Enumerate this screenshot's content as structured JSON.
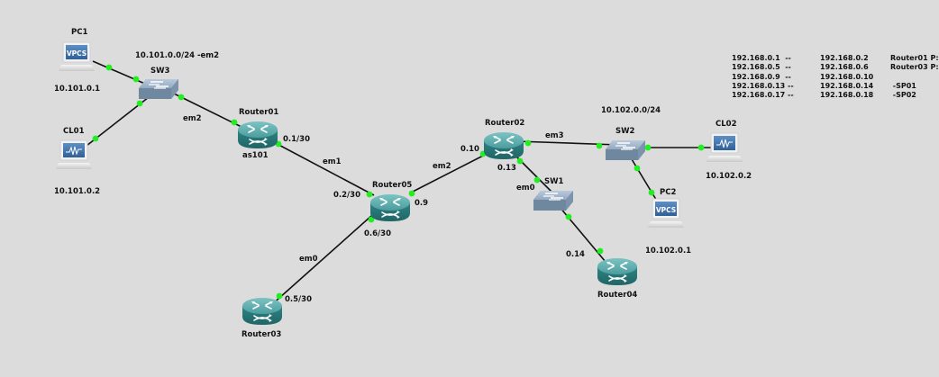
{
  "canvas": {
    "background": "#dcdcdc"
  },
  "colors": {
    "link": "#111111",
    "port_up": "#22ee22",
    "router": "#3a8f90",
    "switch": "#8ea4bd",
    "screen": "#3d6fa3"
  },
  "nodes": {
    "pc1": {
      "name": "PC1",
      "type": "vpcs",
      "screen_text": "VPCS",
      "sub": "10.101.0.1"
    },
    "cl01": {
      "name": "CL01",
      "type": "client",
      "sub": "10.101.0.2"
    },
    "sw3": {
      "name": "SW3",
      "type": "switch",
      "sub": "10.101.0.0/24 -em2"
    },
    "router01": {
      "name": "Router01",
      "type": "router",
      "sub": "as101"
    },
    "router05": {
      "name": "Router05",
      "type": "router"
    },
    "router03": {
      "name": "Router03",
      "type": "router"
    },
    "router02": {
      "name": "Router02",
      "type": "router"
    },
    "sw1": {
      "name": "SW1",
      "type": "switch"
    },
    "router04": {
      "name": "Router04",
      "type": "router"
    },
    "sw2": {
      "name": "SW2",
      "type": "switch",
      "sub": "10.102.0.0/24"
    },
    "pc2": {
      "name": "PC2",
      "type": "vpcs",
      "screen_text": "VPCS",
      "sub": "10.102.0.1"
    },
    "cl02": {
      "name": "CL02",
      "type": "client",
      "sub": "10.102.0.2"
    }
  },
  "links": [
    {
      "from": "pc1",
      "to": "sw3"
    },
    {
      "from": "cl01",
      "to": "sw3"
    },
    {
      "from": "sw3",
      "to": "router01",
      "label": "em2"
    },
    {
      "from": "router01",
      "to": "router05",
      "label": "em1",
      "a_port": "0.1/30",
      "b_port": "0.2/30"
    },
    {
      "from": "router05",
      "to": "router03",
      "label": "em0",
      "a_port": "0.6/30",
      "b_port": "0.5/30"
    },
    {
      "from": "router05",
      "to": "router02",
      "label": "em2",
      "a_port": "0.9",
      "b_port": "0.10"
    },
    {
      "from": "router02",
      "to": "sw2",
      "label": "em3"
    },
    {
      "from": "router02",
      "to": "sw1",
      "label": "em0",
      "a_port": "0.13"
    },
    {
      "from": "sw1",
      "to": "router04",
      "b_port": "0.14"
    },
    {
      "from": "sw2",
      "to": "cl02"
    },
    {
      "from": "sw2",
      "to": "pc2"
    }
  ],
  "labels": {
    "em2_left": "em2",
    "em1": "em1",
    "em0_left": "em0",
    "em2_mid": "em2",
    "em3": "em3",
    "em0_right": "em0",
    "p_0_1_30": "0.1/30",
    "p_0_2_30": "0.2/30",
    "p_0_9": "0.9",
    "p_0_6_30": "0.6/30",
    "p_0_5_30": "0.5/30",
    "p_0_10": "0.10",
    "p_0_13": "0.13",
    "p_0_14": "0.14"
  },
  "note": {
    "rows": [
      {
        "a": "192.168.0.1  --",
        "b": "192.168.0.2",
        "c": "Router01 P:"
      },
      {
        "a": "192.168.0.5  --",
        "b": "192.168.0.6",
        "c": "Router03 P:"
      },
      {
        "a": "192.168.0.9  --",
        "b": "192.168.0.10",
        "c": ""
      },
      {
        "a": "192.168.0.13 --",
        "b": "192.168.0.14",
        "c": " -SP01"
      },
      {
        "a": "192.168.0.17 --",
        "b": "192.168.0.18",
        "c": " -SP02"
      }
    ]
  }
}
